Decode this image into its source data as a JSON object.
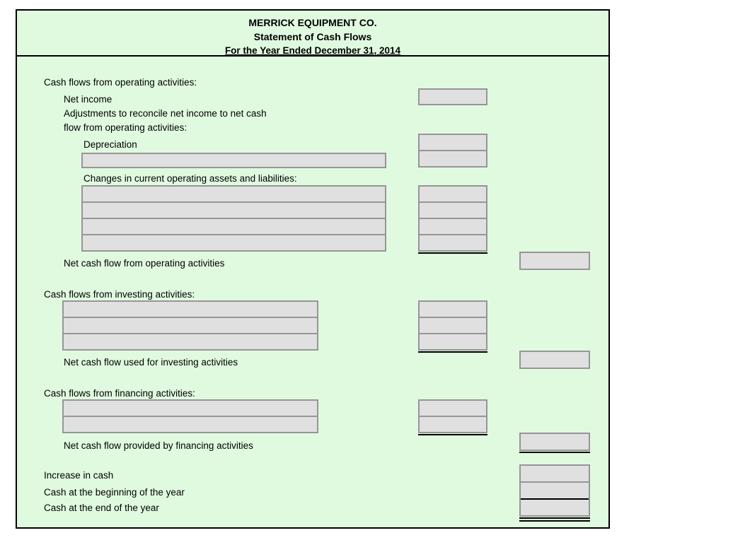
{
  "title": {
    "company": "MERRICK EQUIPMENT CO.",
    "statement": "Statement of Cash Flows",
    "period": "For the Year Ended December 31, 2014"
  },
  "colors": {
    "sheet_background": "#e0fae0",
    "field_fill": "#e0e0e0",
    "field_border": "#969696",
    "rule": "#000000"
  },
  "sections": {
    "operating": {
      "heading": "Cash flows from operating activities:",
      "net_income_label": "Net income",
      "adjustments_line1": "Adjustments to reconcile net income to net cash",
      "adjustments_line2": "flow from operating activities:",
      "depreciation_label": "Depreciation",
      "changes_heading": "Changes in current operating assets and liabilities:",
      "net_label": "Net cash flow from operating activities",
      "fields": {
        "net_income_amount": "",
        "depreciation_amount": "",
        "adjustment_amount": "",
        "adjustment_item": "",
        "changes_items": [
          "",
          "",
          "",
          ""
        ],
        "changes_amounts": [
          "",
          "",
          "",
          ""
        ],
        "net_total": ""
      }
    },
    "investing": {
      "heading": "Cash flows from investing activities:",
      "net_label": "Net cash flow used for investing activities",
      "fields": {
        "items": [
          "",
          "",
          ""
        ],
        "amounts": [
          "",
          "",
          ""
        ],
        "net_total": ""
      }
    },
    "financing": {
      "heading": "Cash flows from financing activities:",
      "net_label": "Net cash flow provided by financing activities",
      "fields": {
        "items": [
          "",
          ""
        ],
        "amounts": [
          "",
          ""
        ],
        "net_total": ""
      }
    },
    "summary": {
      "increase_label": "Increase in cash",
      "beginning_label": "Cash at the beginning of the year",
      "end_label": "Cash at the end of the year",
      "fields": {
        "increase_amount": "",
        "beginning_amount": "",
        "end_amount": ""
      }
    }
  }
}
